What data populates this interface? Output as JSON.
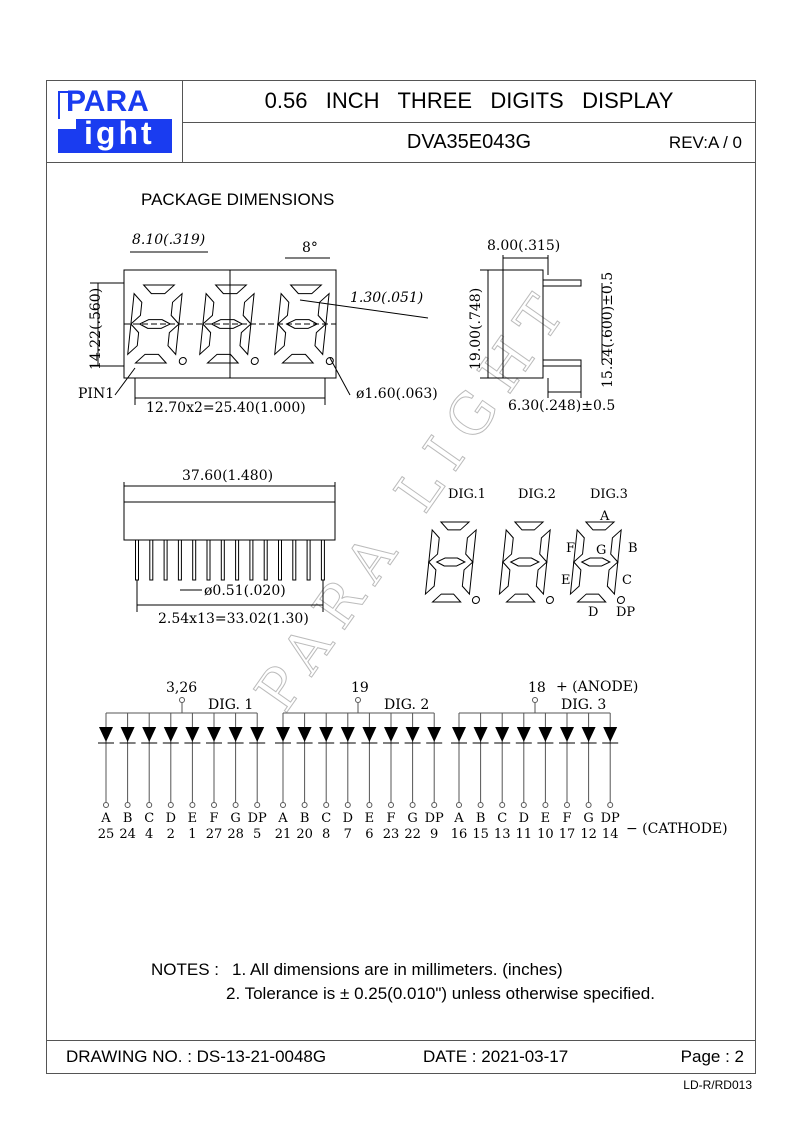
{
  "header": {
    "logo_top": "PARA",
    "logo_bottom": "ight",
    "logo_l": "L",
    "title": "0.56   INCH   THREE   DIGITS   DISPLAY",
    "part_number": "DVA35E043G",
    "revision": "REV:A / 0"
  },
  "section_title": "PACKAGE DIMENSIONS",
  "front_view": {
    "width_dim": "8.10(.319)",
    "angle": "8°",
    "seg_width": "1.30(.051)",
    "height_dim": "14.22(.560)",
    "pin1": "PIN1",
    "pitch": "12.70x2=25.40(1.000)",
    "dp_dia": "ø1.60(.063)"
  },
  "side_view": {
    "depth": "8.00(.315)",
    "height": "19.00(.748)",
    "pin_spacing": "15.24(.600)±0.5",
    "pin_length": "6.30(.248)±0.5"
  },
  "bottom_view": {
    "length": "37.60(1.480)",
    "pin_dia": "ø0.51(.020)",
    "pin_pitch": "2.54x13=33.02(1.30)"
  },
  "segment_diagram": {
    "digits": [
      "DIG.1",
      "DIG.2",
      "DIG.3"
    ],
    "segments": [
      "A",
      "B",
      "C",
      "D",
      "E",
      "F",
      "G",
      "DP"
    ]
  },
  "watermark": "PARA LIGHT",
  "circuit": {
    "anode_label": "+ (ANODE)",
    "cathode_label": "− (CATHODE)",
    "digits": [
      {
        "name": "DIG. 1",
        "anode_pins": "3,26",
        "pins": [
          "25",
          "24",
          "4",
          "2",
          "1",
          "27",
          "28",
          "5"
        ]
      },
      {
        "name": "DIG. 2",
        "anode_pins": "19",
        "pins": [
          "21",
          "20",
          "8",
          "7",
          "6",
          "23",
          "22",
          "9"
        ]
      },
      {
        "name": "DIG. 3",
        "anode_pins": "18",
        "pins": [
          "16",
          "15",
          "13",
          "11",
          "10",
          "17",
          "12",
          "14"
        ]
      }
    ],
    "segments": [
      "A",
      "B",
      "C",
      "D",
      "E",
      "F",
      "G",
      "DP"
    ]
  },
  "notes": {
    "label": "NOTES :",
    "items": [
      "1. All dimensions are in millimeters. (inches)",
      "2. Tolerance is ± 0.25(0.010\") unless otherwise specified."
    ]
  },
  "footer": {
    "drawing_no": "DRAWING NO. : DS-13-21-0048G",
    "date": "DATE : 2021-03-17",
    "page": "Page : 2",
    "form_code": "LD-R/RD013"
  },
  "colors": {
    "brand": "#1a3cf0",
    "line": "#555555"
  }
}
